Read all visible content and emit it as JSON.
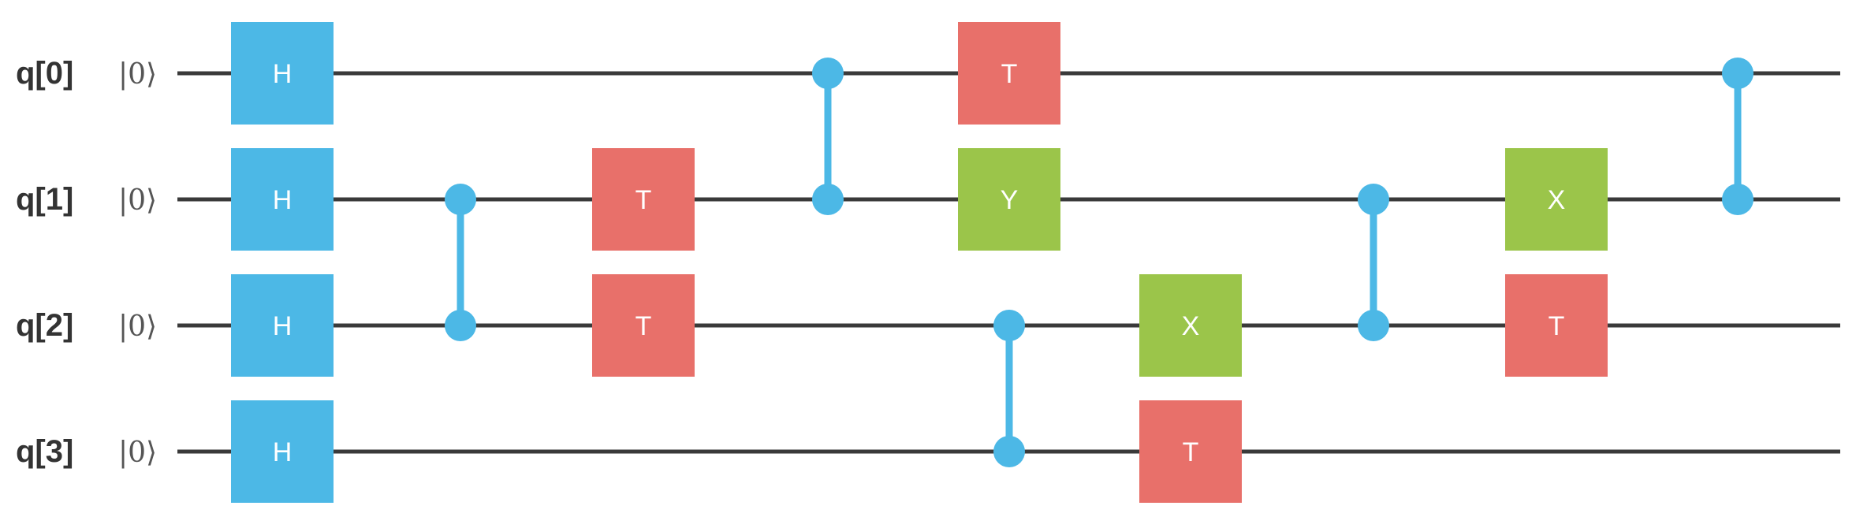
{
  "colors": {
    "wire": "#3a3a3a",
    "h_gate": "#4cb8e6",
    "t_gate": "#e8706a",
    "xy_gate": "#9bc54a",
    "control": "#4cb8e6",
    "gate_text": "#ffffff"
  },
  "qubits": [
    {
      "label": "q[0]",
      "init": "|0⟩"
    },
    {
      "label": "q[1]",
      "init": "|0⟩"
    },
    {
      "label": "q[2]",
      "init": "|0⟩"
    },
    {
      "label": "q[3]",
      "init": "|0⟩"
    }
  ],
  "gates": [
    {
      "name": "H",
      "qubit": 0,
      "step": 0,
      "kind": "h"
    },
    {
      "name": "H",
      "qubit": 1,
      "step": 0,
      "kind": "h"
    },
    {
      "name": "H",
      "qubit": 2,
      "step": 0,
      "kind": "h"
    },
    {
      "name": "H",
      "qubit": 3,
      "step": 0,
      "kind": "h"
    },
    {
      "name": "T",
      "qubit": 1,
      "step": 2,
      "kind": "t"
    },
    {
      "name": "T",
      "qubit": 2,
      "step": 2,
      "kind": "t"
    },
    {
      "name": "T",
      "qubit": 0,
      "step": 4,
      "kind": "t"
    },
    {
      "name": "Y",
      "qubit": 1,
      "step": 4,
      "kind": "xy"
    },
    {
      "name": "X",
      "qubit": 2,
      "step": 6,
      "kind": "xy"
    },
    {
      "name": "T",
      "qubit": 3,
      "step": 6,
      "kind": "t"
    },
    {
      "name": "X",
      "qubit": 1,
      "step": 8,
      "kind": "xy"
    },
    {
      "name": "T",
      "qubit": 2,
      "step": 8,
      "kind": "t"
    }
  ],
  "controls": [
    {
      "qubits": [
        1,
        2
      ],
      "step": 1
    },
    {
      "qubits": [
        0,
        1
      ],
      "step": 3
    },
    {
      "qubits": [
        2,
        3
      ],
      "step": 5
    },
    {
      "qubits": [
        1,
        2
      ],
      "step": 7
    },
    {
      "qubits": [
        0,
        1
      ],
      "step": 9
    }
  ]
}
